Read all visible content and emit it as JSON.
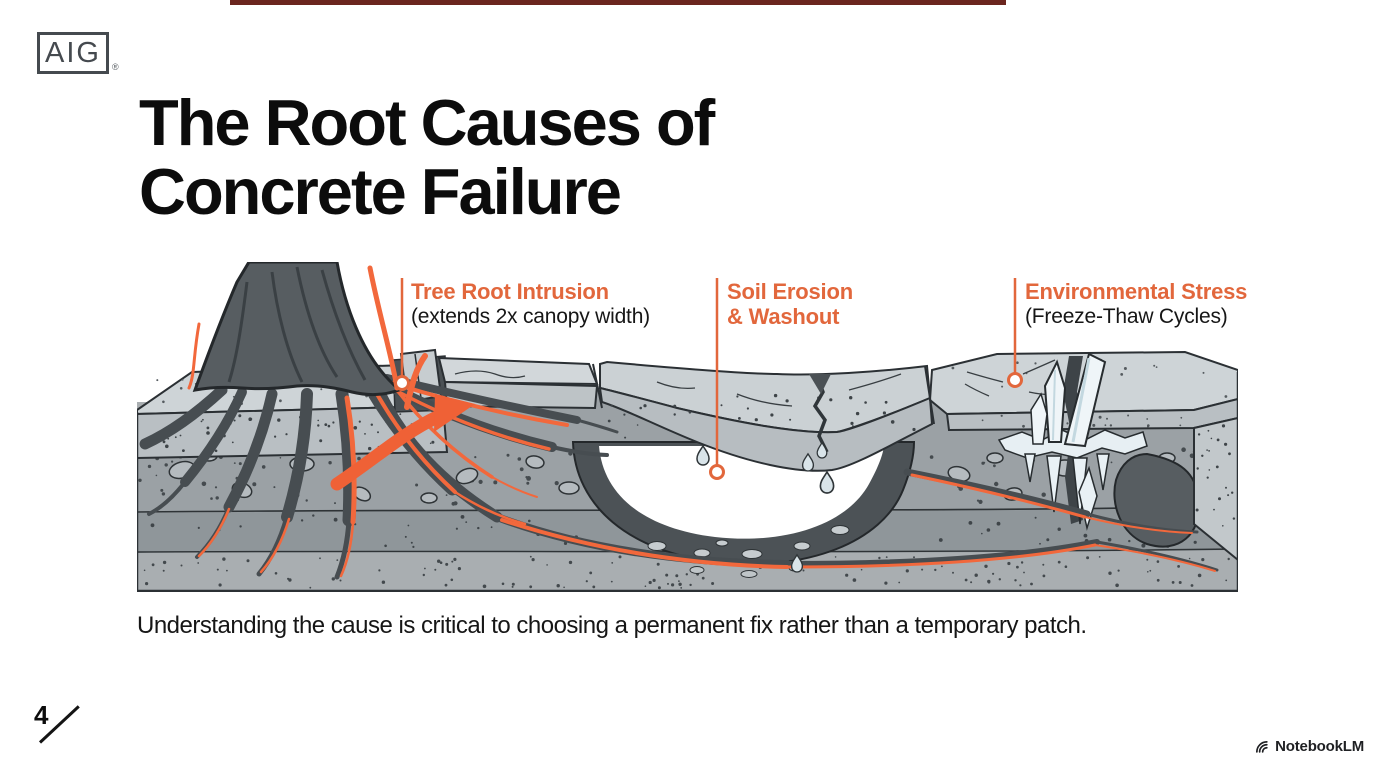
{
  "slide": {
    "top_bar_color": "#6B261F",
    "accent_color": "#E2673C",
    "logo": {
      "text": "AIG",
      "mark": "®"
    },
    "title": {
      "line1": "The Root Causes of",
      "line2": "Concrete Failure"
    },
    "labels": [
      {
        "title": "Tree Root Intrusion",
        "subtitle": "(extends 2x canopy width)"
      },
      {
        "title": "Soil Erosion",
        "subtitle": "& Washout"
      },
      {
        "title": "Environmental Stress",
        "subtitle": "(Freeze-Thaw Cycles)"
      }
    ],
    "diagram_elements": {
      "tree_root_marker": "crack at slab joint near tree",
      "soil_erosion_marker": "washout void with water drips",
      "environmental_marker": "freeze-thaw ice crystals in crack"
    },
    "caption": "Understanding the cause is critical to choosing a permanent fix rather than a temporary patch.",
    "page_number": "4",
    "brand": "NotebookLM"
  }
}
